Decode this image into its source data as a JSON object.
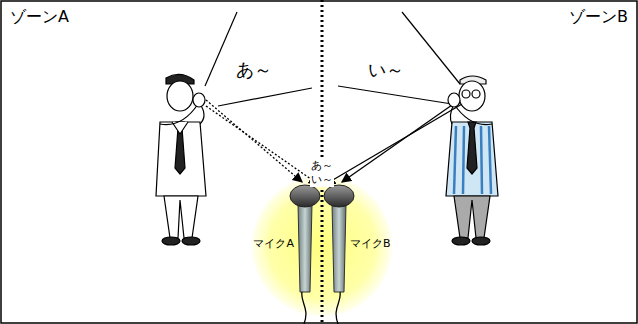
{
  "diagram": {
    "labels": [
      "ゾーンA",
      "ゾーンB",
      "あ～",
      "い～",
      "あ～",
      "い～",
      "マイクA",
      "マイクB"
    ]
  }
}
